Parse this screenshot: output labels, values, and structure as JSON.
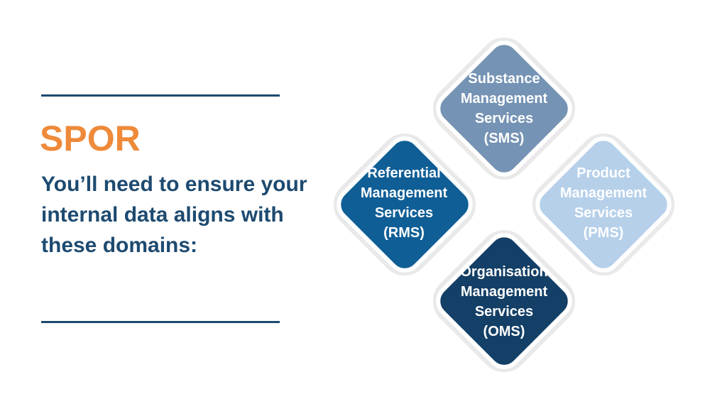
{
  "header": {
    "title": "SPOR",
    "subtitle": "You’ll need to ensure your internal data aligns with these domains:"
  },
  "diagram": {
    "nodes": [
      {
        "id": "sms",
        "lines": [
          "Substance",
          "Management",
          "Services",
          "(SMS)"
        ],
        "color": "#7593b4"
      },
      {
        "id": "rms",
        "lines": [
          "Referential",
          "Management",
          "Services",
          "(RMS)"
        ],
        "color": "#0f5e96"
      },
      {
        "id": "pms",
        "lines": [
          "Product",
          "Management",
          "Services",
          "(PMS)"
        ],
        "color": "#b6d0ea"
      },
      {
        "id": "oms",
        "lines": [
          "Organisation",
          "Management",
          "Services",
          "(OMS)"
        ],
        "color": "#143f66"
      }
    ]
  },
  "colors": {
    "accent": "#ee8a3a",
    "navy": "#1d4a70",
    "outline": "#e9e9e9"
  }
}
